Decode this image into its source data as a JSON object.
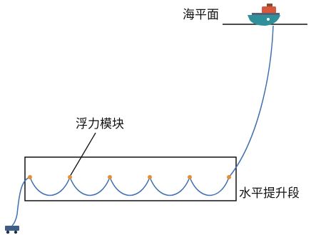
{
  "labels": {
    "sea_level": "海平面",
    "buoyancy_module": "浮力模块",
    "horizontal_lift_section": "水平提升段"
  },
  "colors": {
    "riser": "#3f6fb0",
    "float_node": "#e0913a",
    "ship_hull": "#2f8f9a",
    "ship_deck": "#5a5f73",
    "ship_cabin": "#d9573c",
    "ship_chimney": "#8a4a2e",
    "box_stroke": "#111111",
    "collector": "#3d5c86"
  },
  "icons": {
    "ship": "ship-icon",
    "collector": "mining-vehicle-icon"
  },
  "float_count": 6
}
